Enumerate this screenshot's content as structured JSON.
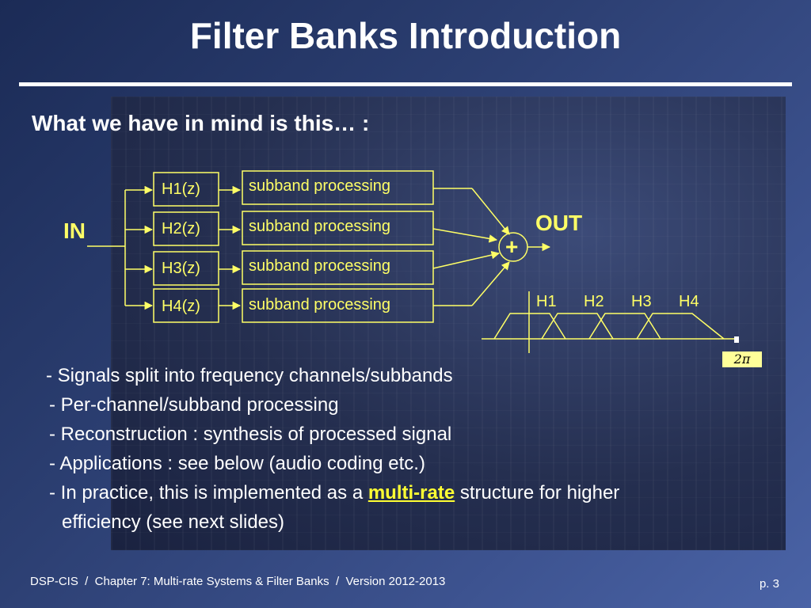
{
  "slide": {
    "title": "Filter Banks Introduction",
    "subtitle": "What we have in mind is this… :"
  },
  "diagram": {
    "input_label": "IN",
    "output_label": "OUT",
    "adder_symbol": "+",
    "filters": [
      "H1(z)",
      "H2(z)",
      "H3(z)",
      "H4(z)"
    ],
    "processing_label": "subband processing",
    "band_labels": [
      "H1",
      "H2",
      "H3",
      "H4"
    ],
    "freq_end_label": "2π",
    "accent_color": "#ffff66"
  },
  "bullets": {
    "b1": "- Signals split into frequency channels/subbands",
    "b2": "- Per-channel/subband processing",
    "b3": "- Reconstruction : synthesis of processed signal",
    "b4": "- Applications : see below (audio coding etc.)",
    "b5_pre": "- In practice, this is implemented as a ",
    "b5_highlight": "multi-rate",
    "b5_post": " structure for higher",
    "b5_cont": "efficiency (see next slides)"
  },
  "footer": {
    "course": "DSP-CIS  /  Chapter 7: Multi-rate Systems & Filter Banks  /  Version 2012-2013",
    "page": "p. 3"
  }
}
